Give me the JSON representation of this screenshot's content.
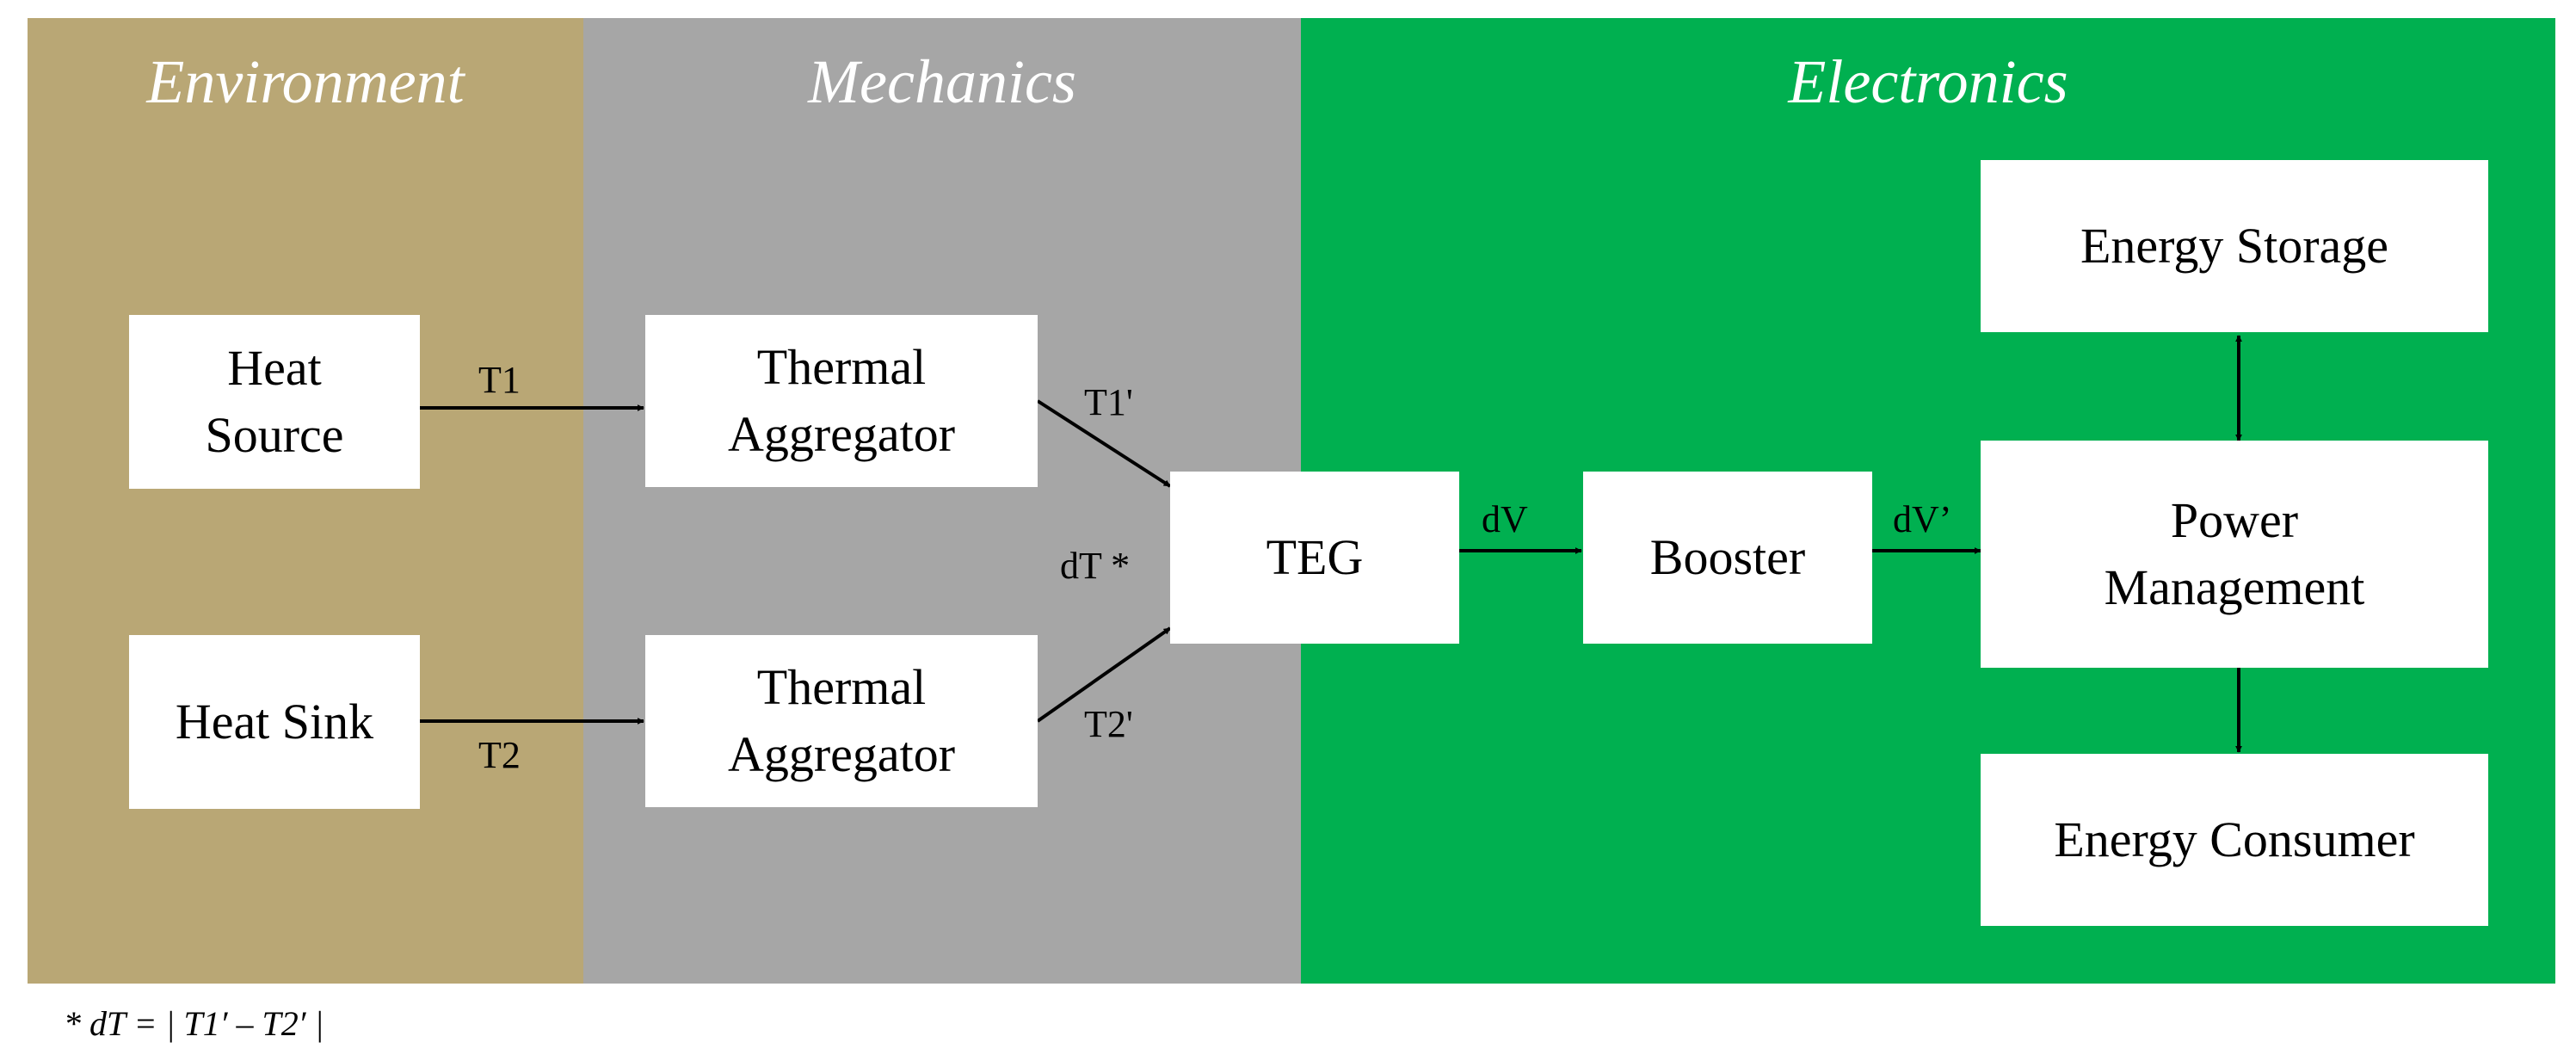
{
  "colors": {
    "environment": "#b9a775",
    "mechanics": "#a6a6a6",
    "electronics": "#00b050",
    "box_fill": "#ffffff",
    "arrow": "#000000",
    "title_text": "#ffffff"
  },
  "panels": {
    "environment": {
      "title": "Environment"
    },
    "mechanics": {
      "title": "Mechanics"
    },
    "electronics": {
      "title": "Electronics"
    }
  },
  "boxes": {
    "heat_source": {
      "line1": "Heat",
      "line2": "Source"
    },
    "heat_sink": {
      "label": "Heat Sink"
    },
    "aggregator_top": {
      "line1": "Thermal",
      "line2": "Aggregator"
    },
    "aggregator_bottom": {
      "line1": "Thermal",
      "line2": "Aggregator"
    },
    "teg": {
      "label": "TEG"
    },
    "booster": {
      "label": "Booster"
    },
    "power_management": {
      "line1": "Power",
      "line2": "Management"
    },
    "energy_storage": {
      "label": "Energy Storage"
    },
    "energy_consumer": {
      "label": "Energy Consumer"
    }
  },
  "edge_labels": {
    "t1": "T1",
    "t2": "T2",
    "t1_prime": "T1'",
    "t2_prime": "T2'",
    "dt": "dT *",
    "dv": "dV",
    "dv_prime": "dV’"
  },
  "footnote": "* dT = | T1′ – T2′ |"
}
